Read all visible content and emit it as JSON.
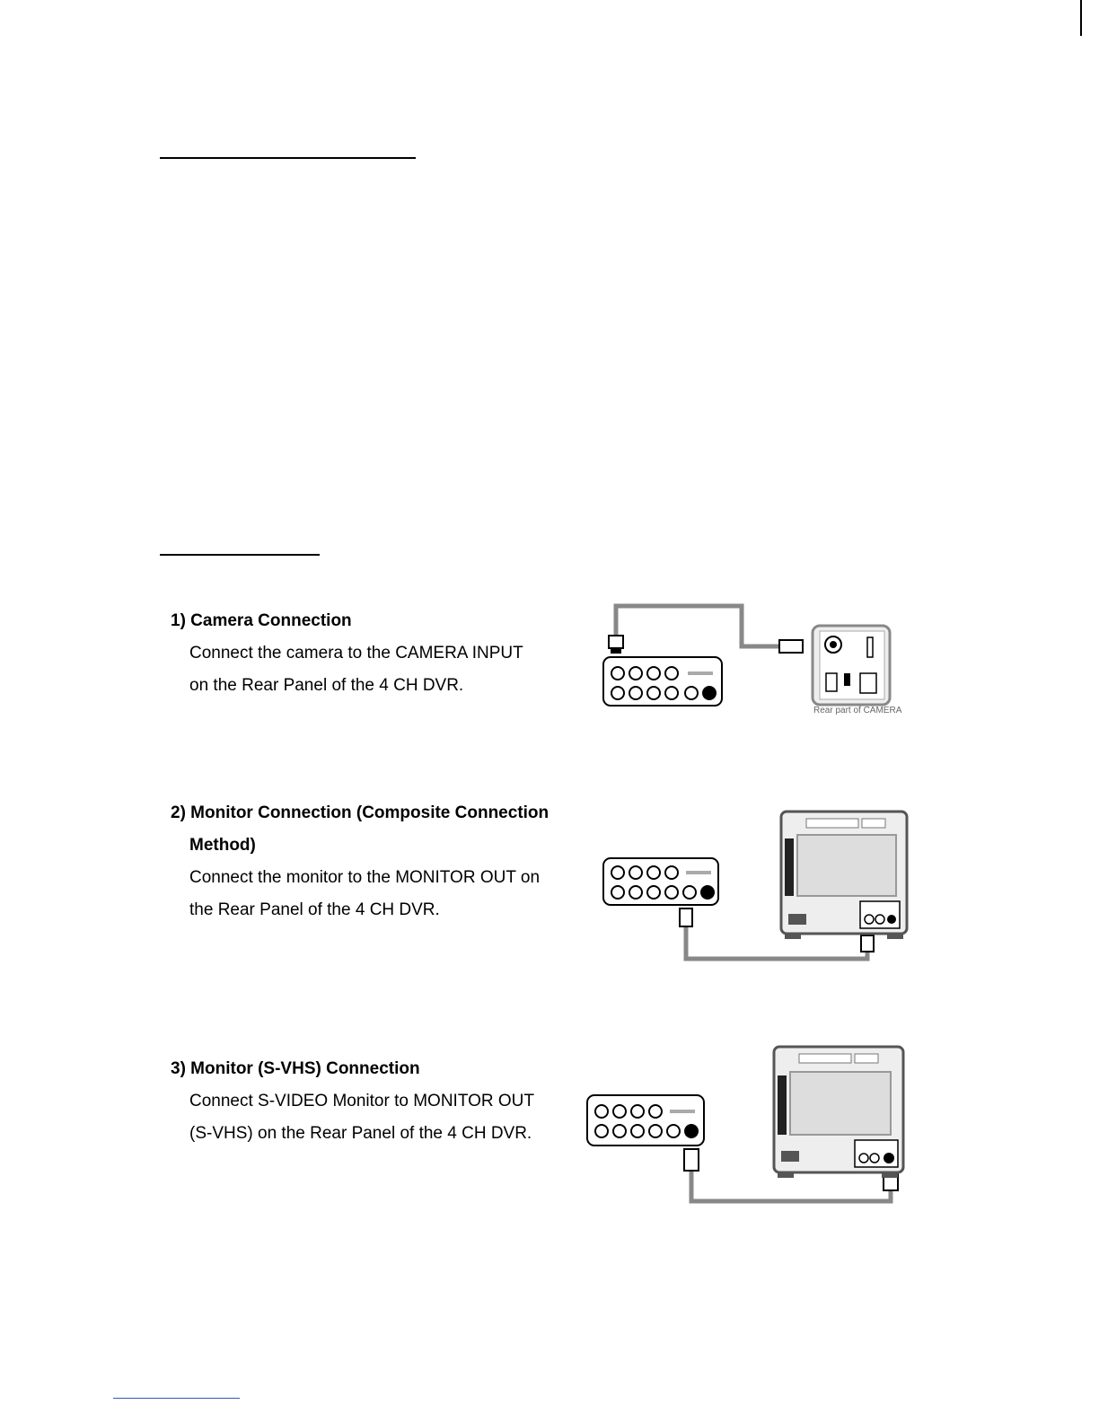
{
  "sections": [
    {
      "heading": "1) Camera Connection",
      "lines": [
        "Connect the camera to the CAMERA INPUT",
        "on the Rear Panel of the 4 CH DVR."
      ],
      "diagram_caption": "Rear part of CAMERA"
    },
    {
      "heading_line1": "2) Monitor Connection (Composite Connection",
      "heading_line2": "Method)",
      "lines": [
        "Connect the monitor to the MONITOR OUT on",
        "the Rear Panel of the 4 CH DVR."
      ]
    },
    {
      "heading": "3) Monitor (S-VHS) Connection",
      "lines": [
        "Connect S-VIDEO Monitor to MONITOR OUT",
        "(S-VHS) on the Rear Panel of the 4 CH DVR."
      ]
    }
  ]
}
